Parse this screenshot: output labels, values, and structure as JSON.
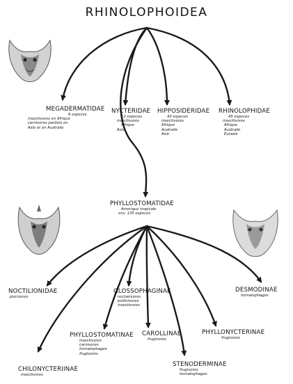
{
  "diagram": {
    "title": "RHINOLOPHOIDEA",
    "line_color": "#1a1a1a",
    "top_families": [
      {
        "name": "MEGADERMATIDAE",
        "lines": [
          "6 especes",
          "insectivores en Afrique",
          "carnivores partiels en",
          "Asie et en Australie"
        ]
      },
      {
        "name": "NYCTERIDAE",
        "lines": [
          "12 especes",
          "insectivores",
          "Afrique",
          "Asie"
        ]
      },
      {
        "name": "HIPPOSIDERIDAE",
        "lines": [
          "43 especes",
          "insectivores",
          "Afrique",
          "Australie",
          "Asie"
        ]
      },
      {
        "name": "RHINOLOPHIDAE",
        "lines": [
          "45 especes",
          "insectivores",
          "Afrique",
          "Australie",
          "Eurasie"
        ]
      }
    ],
    "hub": {
      "name": "PHYLLOSTOMATIDAE",
      "lines": [
        "Amerique tropicale",
        "env. 135 especes"
      ]
    },
    "subgroups": [
      {
        "name": "NOCTILIONIDAE",
        "lines": [
          "piscivores"
        ]
      },
      {
        "name": "GLOSSOPHAGINAE",
        "lines": [
          "nectarivores",
          "pollinivores",
          "insectivores"
        ]
      },
      {
        "name": "DESMODINAE",
        "lines": [
          "hematophages"
        ]
      },
      {
        "name": "PHYLLOSTOMATINAE",
        "lines": [
          "insectivores",
          "carnivores",
          "hematophages",
          "frugivores"
        ]
      },
      {
        "name": "CAROLLINAE",
        "lines": [
          "frugivores"
        ]
      },
      {
        "name": "PHYLLONYCTERINAE",
        "lines": [
          "frugivores"
        ]
      },
      {
        "name": "CHILONYCTERIINAE",
        "lines": [
          "insectivores"
        ]
      },
      {
        "name": "STENODERMINAE",
        "lines": [
          "frugivores",
          "hematophages"
        ]
      }
    ]
  }
}
